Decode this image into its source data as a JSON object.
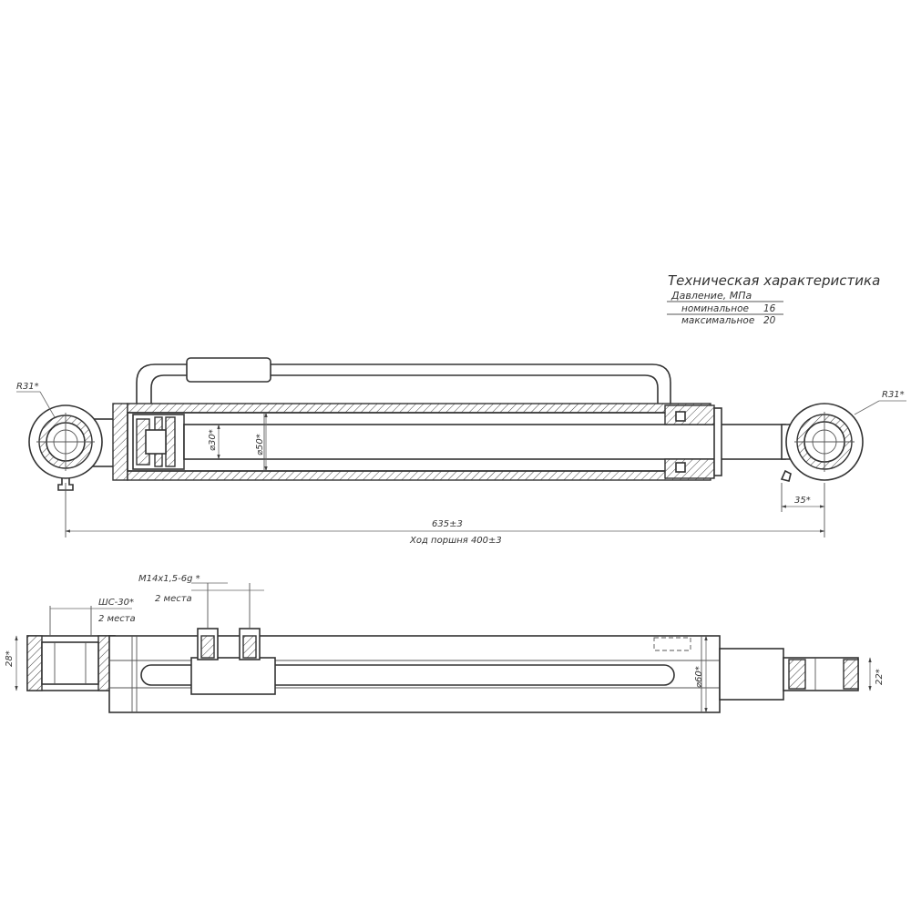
{
  "spec": {
    "title": "Техническая характеристика",
    "pressure_label": "Давление, МПа",
    "rows": [
      {
        "label": "номинальное",
        "value": "16"
      },
      {
        "label": "максимальное",
        "value": "20"
      }
    ]
  },
  "top_view": {
    "radius_left": "R31*",
    "radius_right": "R31*",
    "rod_diameter": "⌀30*",
    "bore_diameter": "⌀50*",
    "eye_offset": "35*",
    "length": "635±3",
    "stroke": "Ход поршня 400±3"
  },
  "side_view": {
    "thread": "М14х1,5-6g *",
    "thread_count": "2 места",
    "bearing": "ШС-30*",
    "bearing_count": "2 места",
    "left_width": "28*",
    "tube_diameter": "⌀60*",
    "right_width": "22*"
  }
}
